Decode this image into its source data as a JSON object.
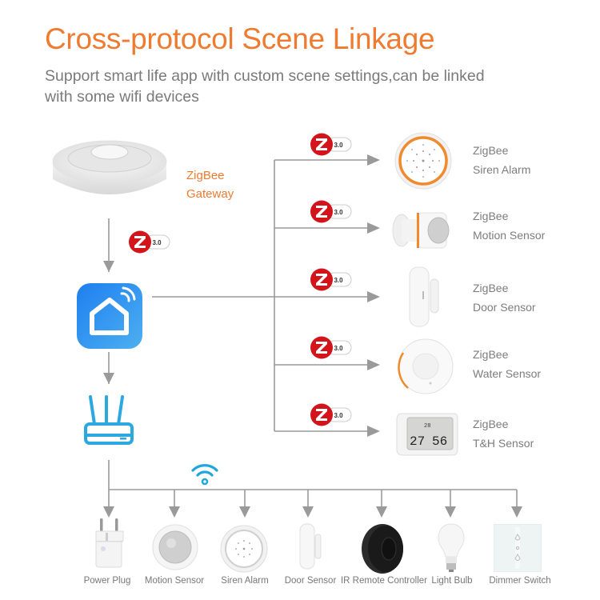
{
  "header": {
    "title": "Cross-protocol Scene Linkage",
    "subtitle": "Support smart life app with custom scene settings,can be linked with some wifi devices"
  },
  "gateway": {
    "label_line1": "ZigBee",
    "label_line2": "Gateway",
    "icon": "zigbee-gateway-hub"
  },
  "zigbee_badge": {
    "text": "3.0",
    "icon": "zigbee-logo"
  },
  "app": {
    "icon": "smart-life-app-house-icon"
  },
  "router": {
    "icon": "wifi-router-icon"
  },
  "wifi_symbol": {
    "icon": "wifi-icon"
  },
  "zigbee_devices": [
    {
      "line1": "ZigBee",
      "line2": "Siren Alarm",
      "icon": "siren-alarm"
    },
    {
      "line1": "ZigBee",
      "line2": "Motion Sensor",
      "icon": "motion-sensor"
    },
    {
      "line1": "ZigBee",
      "line2": "Door Sensor",
      "icon": "door-sensor"
    },
    {
      "line1": "ZigBee",
      "line2": "Water Sensor",
      "icon": "water-sensor"
    },
    {
      "line1": "ZigBee",
      "line2": "T&H Sensor",
      "icon": "th-sensor",
      "display_temp": "27",
      "display_hum": "56",
      "display_small": "28"
    }
  ],
  "wifi_devices": [
    {
      "label": "Power Plug",
      "icon": "power-plug"
    },
    {
      "label": "Motion Sensor",
      "icon": "motion-sensor"
    },
    {
      "label": "Siren Alarm",
      "icon": "siren-alarm"
    },
    {
      "label": "Door Sensor",
      "icon": "door-sensor"
    },
    {
      "label": "IR Remote Controller",
      "icon": "ir-remote"
    },
    {
      "label": "Light Bulb",
      "icon": "light-bulb"
    },
    {
      "label": "Dimmer Switch",
      "icon": "dimmer-switch"
    }
  ],
  "colors": {
    "accent_orange": "#EE7B30",
    "text_gray": "#7a7a7a",
    "line_gray": "#9a9a9a",
    "app_blue": "#2E8EF0",
    "router_blue": "#2BA8E0",
    "zigbee_red": "#D4141B"
  }
}
